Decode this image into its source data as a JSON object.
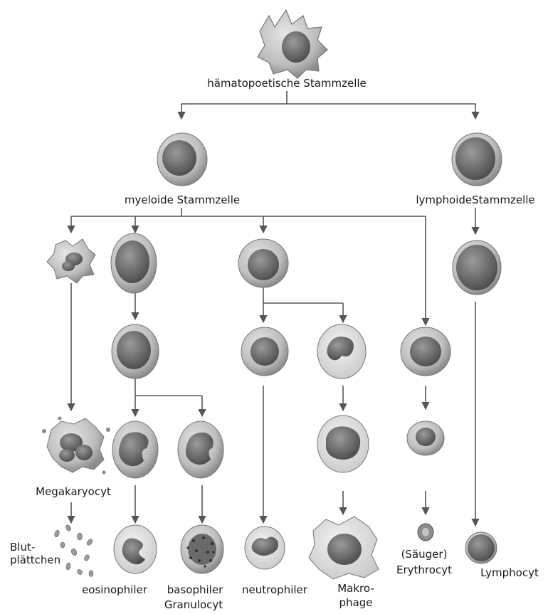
{
  "labels": {
    "hsc": "hämatopoetische Stammzelle",
    "myeloid": "myeloide Stammzelle",
    "lymphoid": "lymphoideStammzelle",
    "megakaryocyte": "Megakaryocyt",
    "platelets_1": "Blut-",
    "platelets_2": "plättchen",
    "eosinophil": "eosinophiler",
    "basophil": "basophiler",
    "granulocyte": "Granulocyt",
    "neutrophil": "neutrophiler",
    "macrophage_1": "Makro-",
    "macrophage_2": "phage",
    "erythrocyte_1": "(Säuger)",
    "erythrocyte_2": "Erythrocyt",
    "lymphocyte": "Lymphocyt"
  },
  "colors": {
    "line": "#555555",
    "cell_fill": "#9a9a9a",
    "cell_rim": "#d8d8d8",
    "nucleus": "#5a5a5a",
    "text": "#1a1a1a"
  }
}
